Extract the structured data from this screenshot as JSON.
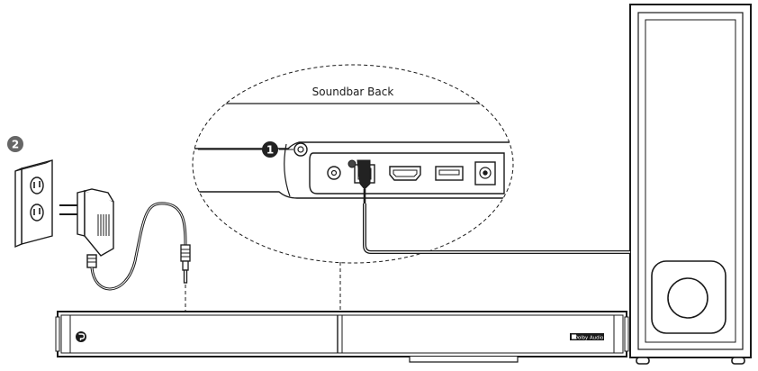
{
  "callout": {
    "title": "Soundbar Back"
  },
  "steps": {
    "one": "1",
    "two": "2"
  },
  "soundbar": {
    "badge_text": "Dolby Audio"
  },
  "colors": {
    "line": "#1a1a1a",
    "badge_fill": "#1a1a1a",
    "step_fill": "#222222"
  }
}
